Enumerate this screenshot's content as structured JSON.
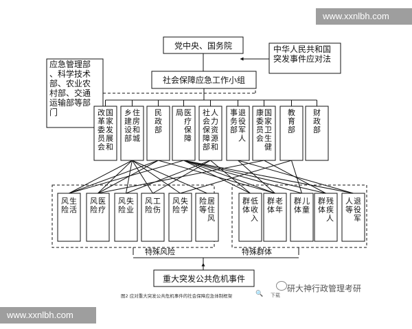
{
  "top": "党中央、国务院",
  "law": "中华人民共和国突发事件应对法",
  "group": "社会保障应急工作小组",
  "other_depts": "应急管理部、科学技术部、农业农村部、交通运输部等部门",
  "departments": [
    "国家发展和改革委员会",
    "住房和城乡建设部",
    "民政部",
    "医疗保障局",
    "人力资源和社会保障部",
    "退役军人事务部",
    "国家卫生健康委员会",
    "教育部",
    "财政部"
  ],
  "risks": [
    "生活风险",
    "医疗风险",
    "失业风险",
    "工伤风险",
    "失学风险",
    "居住风险等"
  ],
  "groups": [
    "低收入群体",
    "老年群体",
    "儿童群体",
    "残疾人群体",
    "退役军人等"
  ],
  "risk_label": "特殊风险",
  "group_label": "特殊群体",
  "bottom": "重大突发公共危机事件",
  "caption": "图2 应对重大突发公共危机事件的社会保障应急体制框架",
  "brand": "研大神行政管理考研",
  "download": "下载",
  "watermark_top": "www.xxnlbh.com",
  "watermark_bottom": "www.xxnlbh.com",
  "connections": [
    [
      1,
      0
    ],
    [
      1,
      1
    ],
    [
      1,
      2
    ],
    [
      1,
      3
    ],
    [
      1,
      4
    ],
    [
      1,
      5
    ],
    [
      2,
      0
    ],
    [
      2,
      1
    ],
    [
      2,
      7
    ],
    [
      3,
      0
    ],
    [
      3,
      6
    ],
    [
      3,
      7
    ],
    [
      3,
      8
    ],
    [
      3,
      9
    ],
    [
      3,
      10
    ],
    [
      4,
      2
    ],
    [
      4,
      3
    ],
    [
      4,
      6
    ],
    [
      5,
      7
    ],
    [
      5,
      10
    ],
    [
      6,
      1
    ],
    [
      6,
      9
    ],
    [
      7,
      4
    ],
    [
      7,
      8
    ]
  ]
}
